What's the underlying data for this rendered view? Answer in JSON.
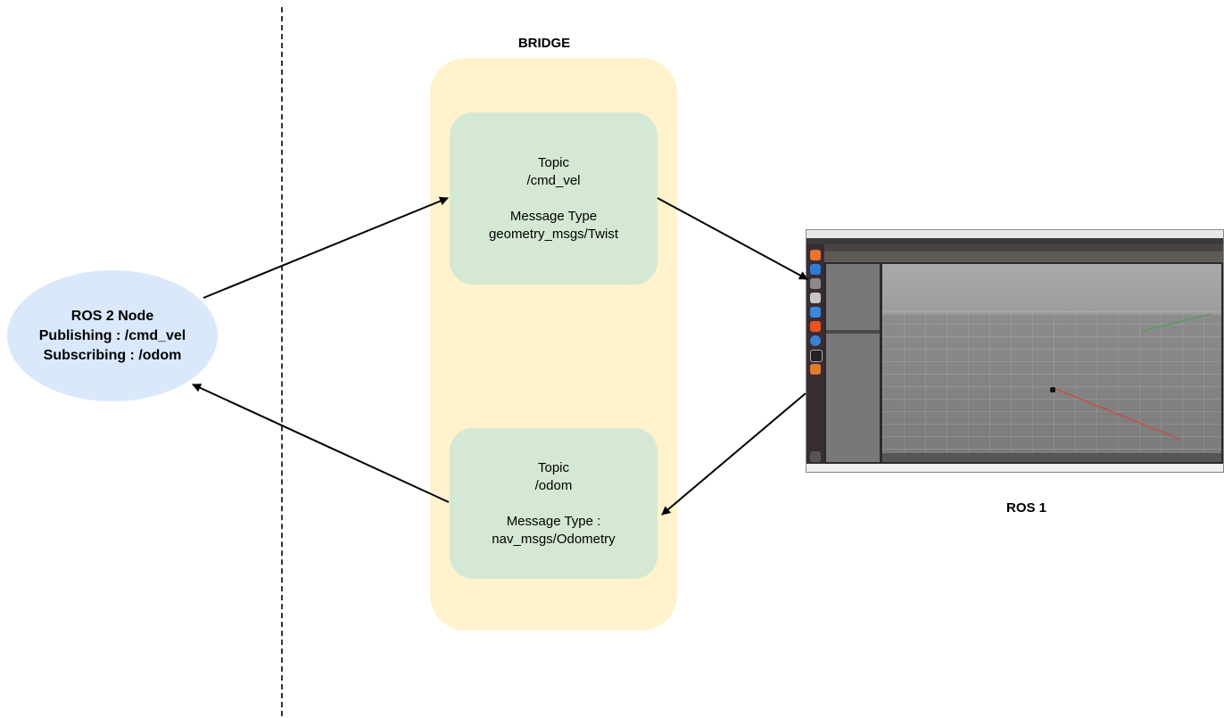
{
  "bridge": {
    "title": "BRIDGE",
    "topic1": {
      "line1": "Topic",
      "line2": "/cmd_vel",
      "line3": "Message Type",
      "line4": "geometry_msgs/Twist"
    },
    "topic2": {
      "line1": "Topic",
      "line2": "/odom",
      "line3": "Message Type :",
      "line4": "nav_msgs/Odometry"
    }
  },
  "ros2_node": {
    "line1": "ROS 2 Node",
    "line2": "Publishing : /cmd_vel",
    "line3": "Subscribing : /odom"
  },
  "ros1": {
    "label": "ROS 1",
    "screenshot_icon": "gazebo-simulator-screenshot"
  },
  "colors": {
    "bridge_fill": "#fff2cc",
    "topic_fill": "#d5e8d4",
    "node_fill": "#dae8fc",
    "arrow": "#000000"
  }
}
